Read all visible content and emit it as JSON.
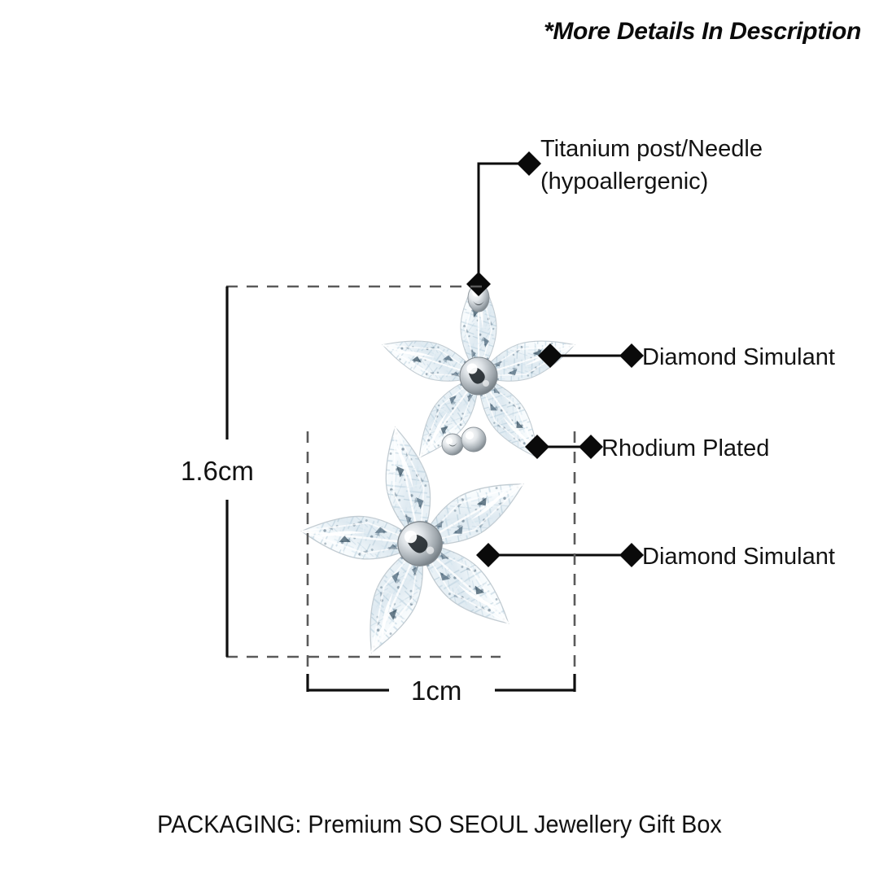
{
  "header": {
    "note": "*More Details In Description"
  },
  "footer": {
    "packaging": "PACKAGING: Premium SO SEOUL Jewellery Gift Box"
  },
  "annotations": [
    {
      "id": "titanium-post",
      "line1": "Titanium post/Needle",
      "line2": "(hypoallergenic)"
    },
    {
      "id": "diamond-simulant-top",
      "line1": "Diamond Simulant"
    },
    {
      "id": "rhodium-plated",
      "line1": "Rhodium Plated"
    },
    {
      "id": "diamond-simulant-bottom",
      "line1": "Diamond Simulant"
    }
  ],
  "dimensions": {
    "height_label": "1.6cm",
    "width_label": "1cm"
  },
  "colors": {
    "text": "#121212",
    "leader_line": "#0a0a0a",
    "guide_dash": "#5a5a5a",
    "stone_light": "#ffffff",
    "stone_tint": "#cfe0ea",
    "stone_accent": "#1d3a52",
    "metal_light": "#ffffff",
    "metal_mid": "#cfd4d8",
    "metal_dark": "#8d959b",
    "background": "#ffffff"
  },
  "product": {
    "type": "flower-star-earring",
    "flowers": [
      {
        "id": "upper-flower",
        "petals": 5,
        "cut": "marquise"
      },
      {
        "id": "lower-flower",
        "petals": 5,
        "cut": "marquise"
      }
    ]
  }
}
